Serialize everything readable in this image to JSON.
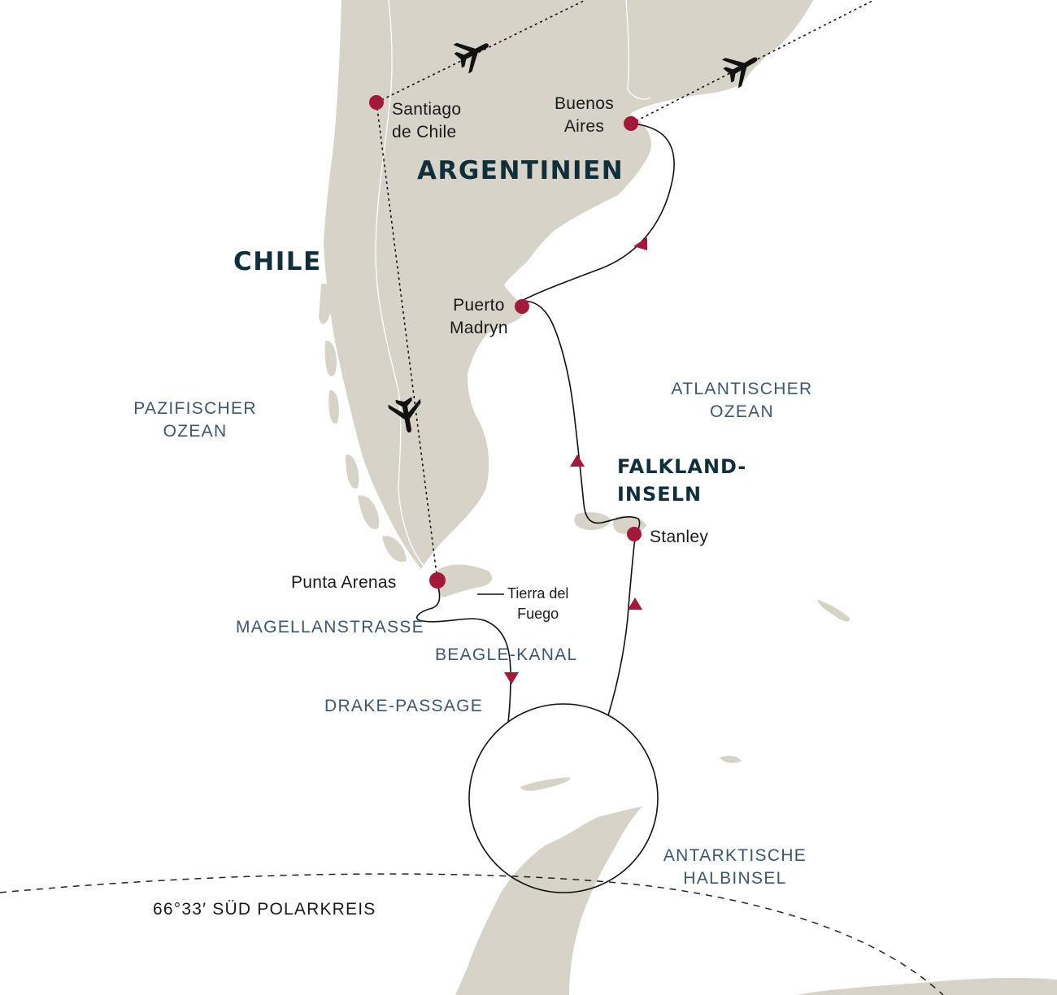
{
  "map": {
    "land_color": "#d7d3c9",
    "route_color": "#111111",
    "stop_color": "#a3193a",
    "arrow_color": "#a3193a",
    "countries": [
      {
        "id": "argentinien",
        "name": "ARGENTINIEN"
      },
      {
        "id": "chile",
        "name": "CHILE"
      }
    ],
    "regions": [
      {
        "id": "falkland",
        "lines": [
          "FALKLAND-",
          "INSELN"
        ]
      }
    ],
    "stops": [
      {
        "id": "santiago",
        "lines": [
          "Santiago",
          "de Chile"
        ]
      },
      {
        "id": "buenos-aires",
        "lines": [
          "Buenos",
          "Aires"
        ]
      },
      {
        "id": "puerto-madryn",
        "lines": [
          "Puerto",
          "Madryn"
        ]
      },
      {
        "id": "stanley",
        "lines": [
          "Stanley"
        ]
      },
      {
        "id": "punta-arenas",
        "lines": [
          "Punta Arenas"
        ]
      }
    ],
    "waters": [
      {
        "id": "pazifischer-ozean",
        "lines": [
          "PAZIFISCHER",
          "OZEAN"
        ]
      },
      {
        "id": "atlantischer-ozean",
        "lines": [
          "ATLANTISCHER",
          "OZEAN"
        ]
      },
      {
        "id": "magellanstrasse",
        "lines": [
          "MAGELLANSTRASSE"
        ]
      },
      {
        "id": "beagle-kanal",
        "lines": [
          "BEAGLE-KANAL"
        ]
      },
      {
        "id": "drake-passage",
        "lines": [
          "DRAKE-PASSAGE"
        ]
      },
      {
        "id": "antarktische-halbinsel",
        "lines": [
          "ANTARKTISCHE",
          "HALBINSEL"
        ]
      }
    ],
    "places": [
      {
        "id": "tierra-del-fuego",
        "lines": [
          "Tierra del",
          "Fuego"
        ]
      }
    ],
    "polar_circle": "66°33′ SÜD POLARKREIS",
    "icons": [
      "airplane-icon",
      "route-arrow-icon",
      "stop-marker-icon"
    ]
  }
}
